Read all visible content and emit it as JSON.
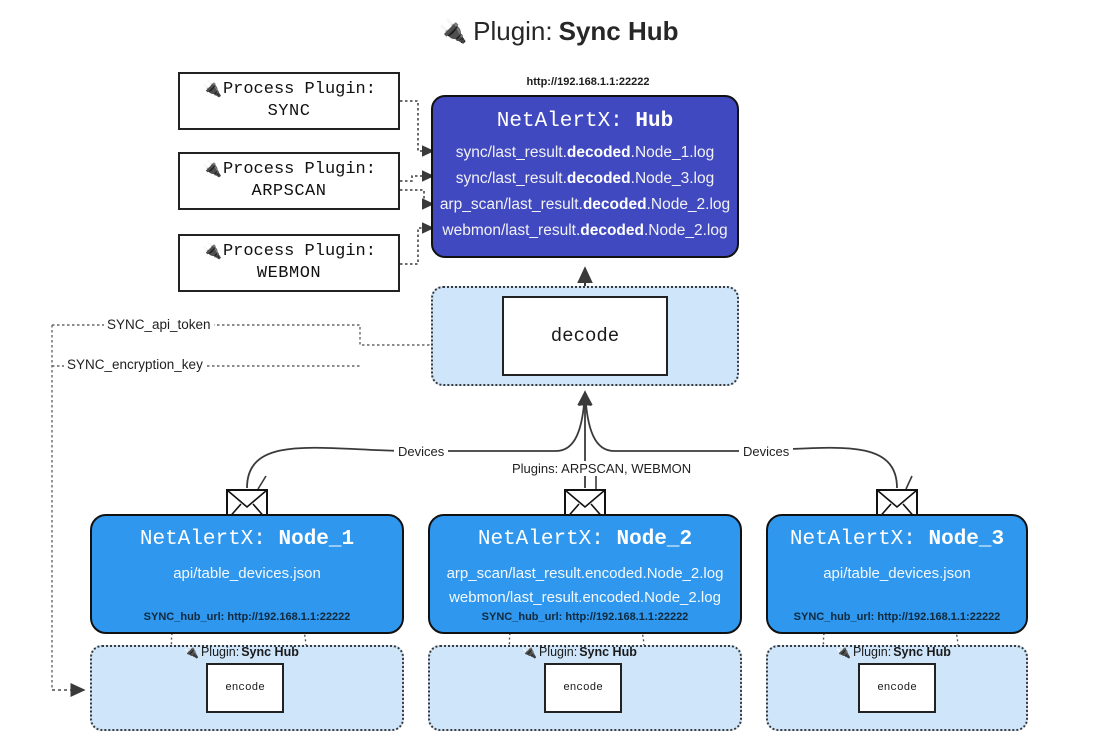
{
  "title": {
    "icon": "plug-icon",
    "prefix": "Plugin:",
    "name": "Sync Hub"
  },
  "process_plugins": [
    {
      "icon": "plug-icon",
      "line1": "Process Plugin:",
      "line2": "SYNC"
    },
    {
      "icon": "plug-icon",
      "line1": "Process Plugin:",
      "line2": "ARPSCAN"
    },
    {
      "icon": "plug-icon",
      "line1": "Process Plugin:",
      "line2": "WEBMON"
    }
  ],
  "hub": {
    "url": "http://192.168.1.1:22222",
    "title_prefix": "NetAlertX:",
    "title_name": "Hub",
    "color": "#4149c0",
    "lines": [
      {
        "pre": "sync/last_result.",
        "em": "decoded",
        "post": ".Node_1.log"
      },
      {
        "pre": "sync/last_result.",
        "em": "decoded",
        "post": ".Node_3.log"
      },
      {
        "pre": "arp_scan/last_result.",
        "em": "decoded",
        "post": ".Node_2.log"
      },
      {
        "pre": "webmon/last_result.",
        "em": "decoded",
        "post": ".Node_2.log"
      }
    ]
  },
  "decode": {
    "label": "decode",
    "container_color": "#cfe5fa"
  },
  "tokens": {
    "api_token": "SYNC_api_token",
    "encryption_key": "SYNC_encryption_key"
  },
  "edge_labels": {
    "devices_left": "Devices",
    "devices_right": "Devices",
    "plugins_center": "Plugins: ARPSCAN, WEBMON"
  },
  "nodes": [
    {
      "title_prefix": "NetAlertX:",
      "title_name": "Node_1",
      "color": "#2f97ee",
      "lines": [
        "api/table_devices.json"
      ],
      "hub_url_label": "SYNC_hub_url: http://192.168.1.1:22222",
      "envelope_icon": "envelope-icon"
    },
    {
      "title_prefix": "NetAlertX:",
      "title_name": "Node_2",
      "color": "#2f97ee",
      "lines": [
        "arp_scan/last_result.encoded.Node_2.log",
        "webmon/last_result.encoded.Node_2.log"
      ],
      "hub_url_label": "SYNC_hub_url: http://192.168.1.1:22222",
      "envelope_icon": "envelope-icon"
    },
    {
      "title_prefix": "NetAlertX:",
      "title_name": "Node_3",
      "color": "#2f97ee",
      "lines": [
        "api/table_devices.json"
      ],
      "hub_url_label": "SYNC_hub_url: http://192.168.1.1:22222",
      "envelope_icon": "envelope-icon"
    }
  ],
  "encoders": [
    {
      "icon": "plug-icon",
      "label_prefix": "Plugin:",
      "label_name": "Sync Hub",
      "box_label": "encode"
    },
    {
      "icon": "plug-icon",
      "label_prefix": "Plugin:",
      "label_name": "Sync Hub",
      "box_label": "encode"
    },
    {
      "icon": "plug-icon",
      "label_prefix": "Plugin:",
      "label_name": "Sync Hub",
      "box_label": "encode"
    }
  ]
}
